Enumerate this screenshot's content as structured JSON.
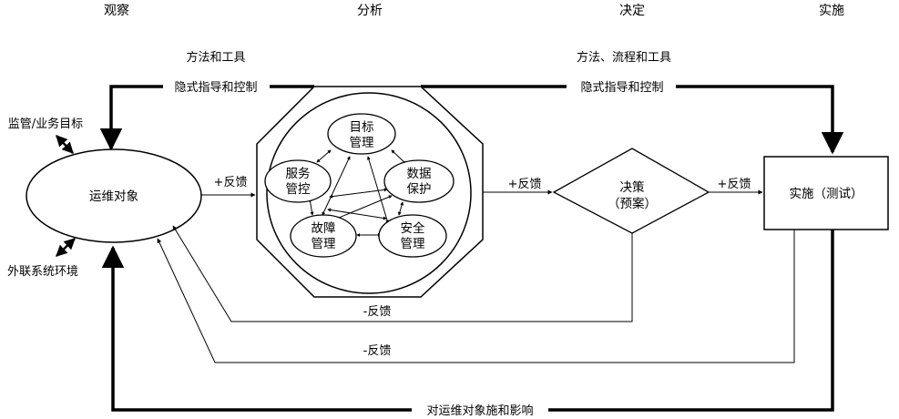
{
  "phases": {
    "observe": "观察",
    "analyze": "分析",
    "decide": "决定",
    "implement": "实施"
  },
  "subtitles": {
    "analyze_tools": "方法和工具",
    "decide_tools": "方法、流程和工具"
  },
  "guidance": {
    "left": "隐式指导和控制",
    "right": "隐式指导和控制"
  },
  "inputs": {
    "supervision": "监管/业务目标",
    "external_env": "外联系统环境"
  },
  "nodes": {
    "ops_object": "运维对象",
    "goal_mgmt": [
      "目标",
      "管理"
    ],
    "service_ctrl": [
      "服务",
      "管控"
    ],
    "data_protect": [
      "数据",
      "保护"
    ],
    "fault_mgmt": [
      "故障",
      "管理"
    ],
    "security_mgmt": [
      "安全",
      "管理"
    ],
    "decision": [
      "决策",
      "（预案）"
    ],
    "implementation": "实施（测试）"
  },
  "feedback": {
    "pos1": "+反馈",
    "pos2": "+反馈",
    "pos3": "+反馈",
    "neg1": "-反馈",
    "neg2": "-反馈"
  },
  "bottom_label": "对运维对象施和影响"
}
